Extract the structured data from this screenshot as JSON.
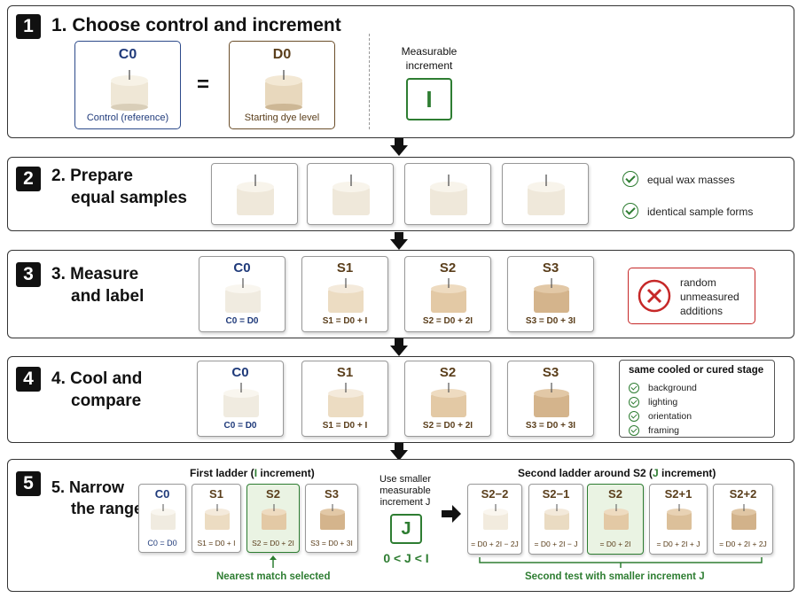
{
  "panel1": {
    "badge": "1",
    "title": "1. Choose control and increment",
    "control": {
      "label": "C0",
      "caption": "Control (reference)"
    },
    "equals": "=",
    "dye": {
      "label": "D0",
      "caption": "Starting dye level"
    },
    "increment_label": "Measurable increment",
    "increment_symbol": "I"
  },
  "panel2": {
    "badge": "2",
    "title_line1": "2. Prepare",
    "title_line2": "equal samples",
    "checks": [
      "equal wax masses",
      "identical sample forms"
    ]
  },
  "panel3": {
    "badge": "3",
    "title_line1": "3. Measure",
    "title_line2": "and label",
    "samples": [
      {
        "label": "C0",
        "caption": "C0 = D0"
      },
      {
        "label": "S1",
        "caption": "S1 = D0 + I"
      },
      {
        "label": "S2",
        "caption": "S2 = D0 + 2I"
      },
      {
        "label": "S3",
        "caption": "S3 = D0 + 3I"
      }
    ],
    "warning": "random unmeasured additions"
  },
  "panel4": {
    "badge": "4",
    "title_line1": "4. Cool and",
    "title_line2": "compare",
    "samples": [
      {
        "label": "C0",
        "caption": "C0 = D0"
      },
      {
        "label": "S1",
        "caption": "S1 = D0 + I"
      },
      {
        "label": "S2",
        "caption": "S2 = D0 + 2I"
      },
      {
        "label": "S3",
        "caption": "S3 = D0 + 3I"
      }
    ],
    "stage_title": "same cooled or cured stage",
    "stage_items": [
      "background",
      "lighting",
      "orientation",
      "framing"
    ]
  },
  "panel5": {
    "badge": "5",
    "title_line1": "5. Narrow",
    "title_line2": "the range",
    "ladder1_title_pre": "First ladder (",
    "ladder1_title_sym": "I",
    "ladder1_title_post": " increment)",
    "ladder1": [
      {
        "label": "C0",
        "caption": "C0 = D0"
      },
      {
        "label": "S1",
        "caption": "S1 = D0 + I"
      },
      {
        "label": "S2",
        "caption": "S2 = D0 + 2I"
      },
      {
        "label": "S3",
        "caption": "S3 = D0 + 3I"
      }
    ],
    "nearest": "Nearest match selected",
    "smaller_text": "Use smaller measurable increment J",
    "j_symbol": "J",
    "inequality": "0 < J < I",
    "ladder2_title_pre": "Second ladder around S2 (",
    "ladder2_title_sym": "J",
    "ladder2_title_post": " increment)",
    "ladder2": [
      {
        "label": "S2−2",
        "caption": "= D0 + 2I − 2J"
      },
      {
        "label": "S2−1",
        "caption": "= D0 + 2I − J"
      },
      {
        "label": "S2",
        "caption": "= D0 + 2I"
      },
      {
        "label": "S2+1",
        "caption": "= D0 + 2I + J"
      },
      {
        "label": "S2+2",
        "caption": "= D0 + 2I + 2J"
      }
    ],
    "second_test": "Second test with smaller increment J"
  },
  "colors": {
    "navy": "#1f3a7a",
    "brown": "#5a3e1b",
    "green": "#2e7d32",
    "red": "#c62828"
  }
}
